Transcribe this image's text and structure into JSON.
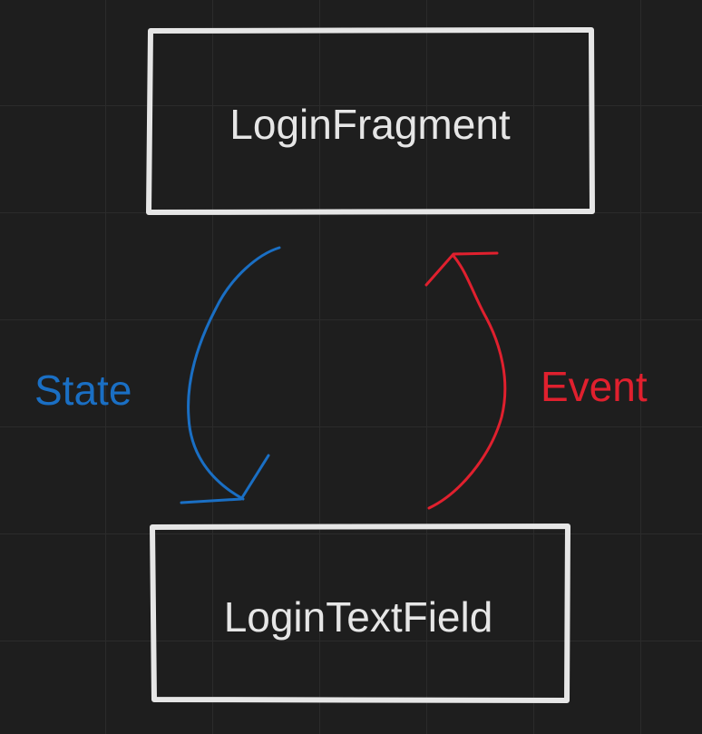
{
  "diagram": {
    "nodes": {
      "top": {
        "label": "LoginFragment"
      },
      "bottom": {
        "label": "LoginTextField"
      }
    },
    "edges": {
      "state": {
        "label": "State",
        "color": "#1a6fc4"
      },
      "event": {
        "label": "Event",
        "color": "#e0202e"
      }
    },
    "colors": {
      "background": "#1e1e1e",
      "grid": "#2b2b2b",
      "box_stroke": "#e6e6e6",
      "text": "#e6e6e6"
    }
  }
}
